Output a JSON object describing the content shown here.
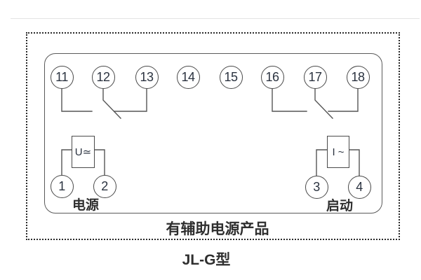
{
  "diagram": {
    "model_label": "JL-G型",
    "caption": "有辅助电源产品",
    "top_terminals": [
      "11",
      "12",
      "13",
      "14",
      "15",
      "16",
      "17",
      "18"
    ],
    "power_group": {
      "box_label": "U≃",
      "terminals": [
        "1",
        "2"
      ],
      "label": "电源"
    },
    "start_group": {
      "box_label": "I ~",
      "terminals": [
        "3",
        "4"
      ],
      "label": "启动"
    },
    "colors": {
      "wire": "#555555",
      "outline": "#4a4a4a",
      "dotted_border": "#2b2b2b",
      "text": "#2f2f2f",
      "faint_rule": "#e3e3e3"
    }
  }
}
